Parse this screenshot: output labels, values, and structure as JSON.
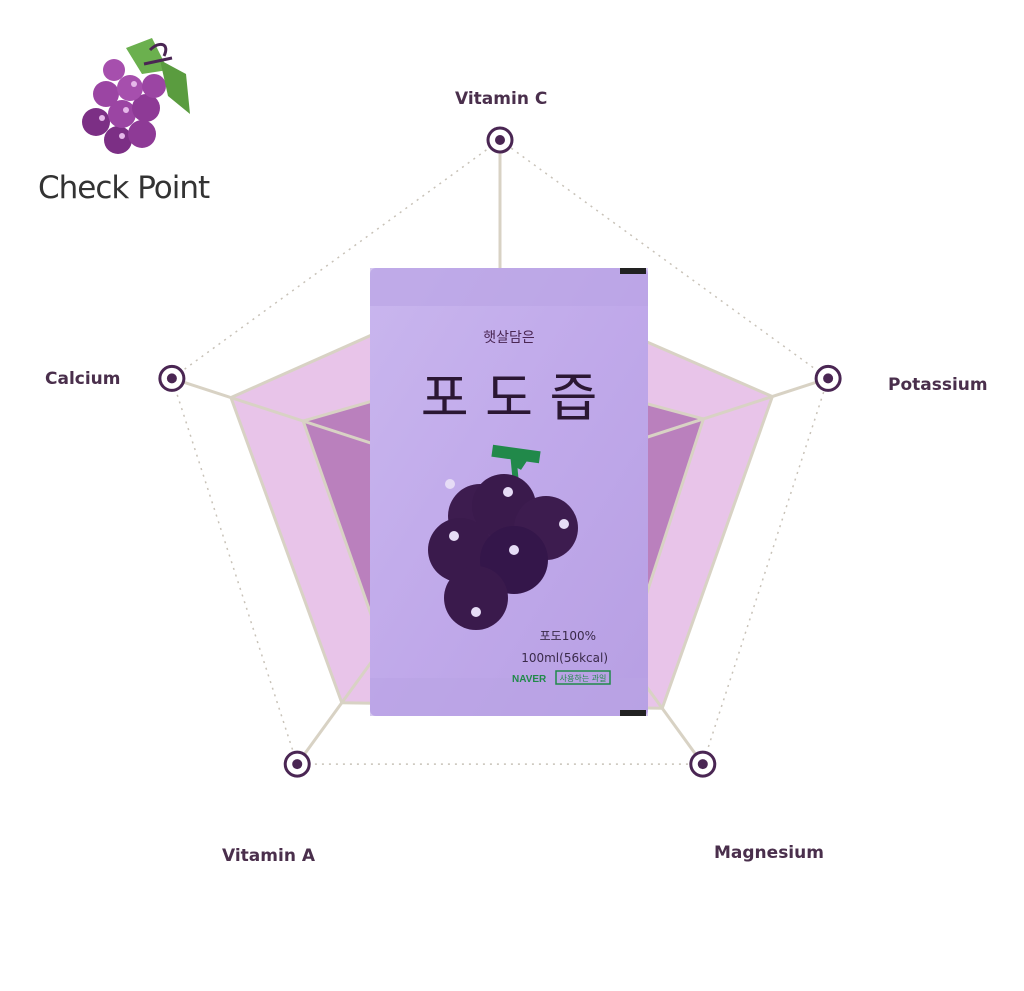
{
  "brand": {
    "title": "Check Point"
  },
  "colors": {
    "outer_area": "#e8c4e9",
    "inner_area": "#ba80bd",
    "axis_line": "#d8d2c4",
    "marker": "#4a2653",
    "label": "#4a2f4c",
    "pouch": "#c6b1ec"
  },
  "chart_data": {
    "type": "radar",
    "axes": [
      "Vitamin C",
      "Potassium",
      "Magnesium",
      "Vitamin A",
      "Calcium"
    ],
    "rmax": 1,
    "series": [
      {
        "values": [
          0.6,
          0.83,
          0.8,
          0.78,
          0.82
        ]
      },
      {
        "values": [
          0.35,
          0.62,
          0.62,
          0.58,
          0.6
        ]
      }
    ],
    "grid": "dotted outer pentagon"
  },
  "product": {
    "subtitle": "햇살담은",
    "name": "포 도 즙",
    "content": "포도100%",
    "volume": "100ml(56kcal)",
    "brand_mark": "NAVER",
    "tag": "사용하는 과일"
  }
}
